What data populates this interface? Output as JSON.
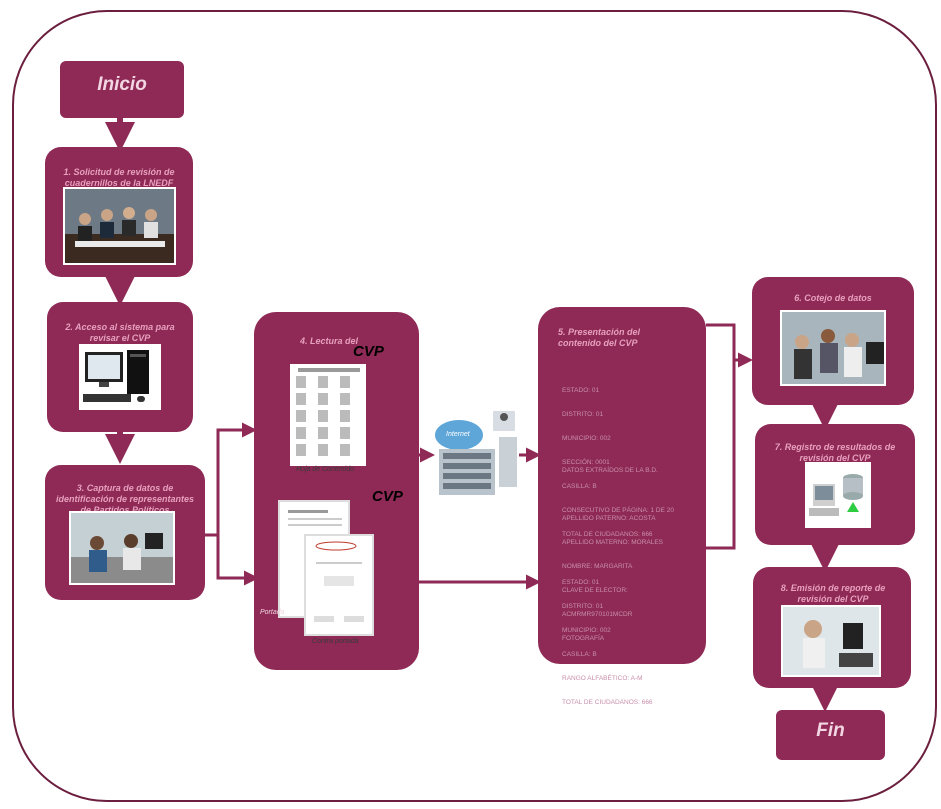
{
  "colors": {
    "box": "#8e2a55",
    "arrow": "#8e2a55",
    "frame": "#6b1e3d",
    "label": "#e8a0bf"
  },
  "inicio": "Inicio",
  "fin": "Fin",
  "steps": {
    "s1": "1. Solicitud de revisión de cuadernillos de la LNEDF",
    "s2": "2. Acceso al sistema para revisar el CVP",
    "s3": "3. Captura de datos de identificación de representantes de Partidos Políticos",
    "s4": "4. Lectura del",
    "s5": "5. Presentación del contenido del CVP",
    "s6": "6. Cotejo de datos",
    "s7": "7. Registro de resultados de revisión del CVP",
    "s8": "8. Emisión de reporte de revisión del CVP"
  },
  "cvp_label": "CVP",
  "captions": {
    "hoja": "Hoja de Contenido",
    "portada": "Portada",
    "contraportada": "Contra portada",
    "internet": "Internet"
  },
  "info1": [
    "ESTADO: 01",
    "DISTRITO: 01",
    "MUNICIPIO: 002",
    "SECCIÓN: 0001",
    "CASILLA: B",
    "CONSECUTIVO DE PÁGINA: 1 DE 20",
    "TOTAL DE CIUDADANOS: 666"
  ],
  "info2": [
    "DATOS EXTRAÍDOS DE LA B.D.",
    "",
    "APELLIDO PATERNO: ACOSTA",
    "APELLIDO MATERNO: MORALES",
    "NOMBRE: MARGARITA",
    "CLAVE DE ELECTOR:",
    "ACMRMR970101MCDR",
    "FOTOGRAFÍA"
  ],
  "info3": [
    "ESTADO: 01",
    "DISTRITO: 01",
    "MUNICIPIO: 002",
    "CASILLA: B",
    "RANGO ALFABÉTICO: A-M",
    "TOTAL DE CIUDADANOS: 666"
  ]
}
